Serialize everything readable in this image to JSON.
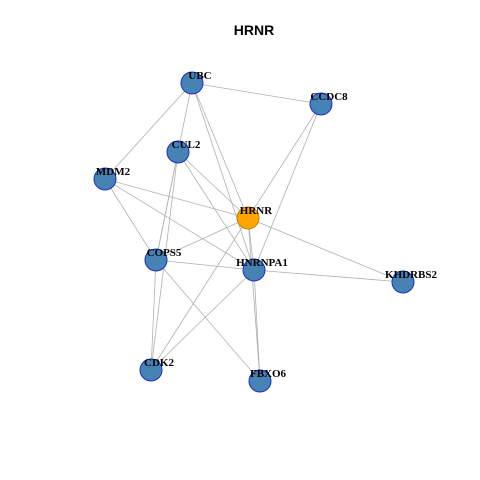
{
  "title": "HRNR",
  "colors": {
    "node_fill": "#4682B4",
    "node_stroke": "#1C2FC7",
    "center_fill": "#FFA500",
    "center_stroke": "#B8860B",
    "edge": "#B0B0B0"
  },
  "nodes": [
    {
      "id": "UBC",
      "label": "UBC",
      "center": false
    },
    {
      "id": "CCDC8",
      "label": "CCDC8",
      "center": false
    },
    {
      "id": "CUL2",
      "label": "CUL2",
      "center": false
    },
    {
      "id": "MDM2",
      "label": "MDM2",
      "center": false
    },
    {
      "id": "HRNR",
      "label": "HRNR",
      "center": true
    },
    {
      "id": "COPS5",
      "label": "COPS5",
      "center": false
    },
    {
      "id": "HNRNPA1",
      "label": "HNRNPA1",
      "center": false
    },
    {
      "id": "KHDRBS2",
      "label": "KHDRBS2",
      "center": false
    },
    {
      "id": "CDK2",
      "label": "CDK2",
      "center": false
    },
    {
      "id": "FBXO6",
      "label": "FBXO6",
      "center": false
    }
  ],
  "edges": [
    [
      "UBC",
      "CCDC8"
    ],
    [
      "UBC",
      "MDM2"
    ],
    [
      "UBC",
      "HRNR"
    ],
    [
      "UBC",
      "COPS5"
    ],
    [
      "UBC",
      "HNRNPA1"
    ],
    [
      "CCDC8",
      "HRNR"
    ],
    [
      "CCDC8",
      "HNRNPA1"
    ],
    [
      "CUL2",
      "COPS5"
    ],
    [
      "CUL2",
      "HRNR"
    ],
    [
      "CUL2",
      "HNRNPA1"
    ],
    [
      "CUL2",
      "CDK2"
    ],
    [
      "MDM2",
      "HRNR"
    ],
    [
      "MDM2",
      "COPS5"
    ],
    [
      "MDM2",
      "HNRNPA1"
    ],
    [
      "HRNR",
      "COPS5"
    ],
    [
      "HRNR",
      "HNRNPA1"
    ],
    [
      "HRNR",
      "KHDRBS2"
    ],
    [
      "HRNR",
      "CDK2"
    ],
    [
      "HRNR",
      "FBXO6"
    ],
    [
      "COPS5",
      "HNRNPA1"
    ],
    [
      "COPS5",
      "CDK2"
    ],
    [
      "COPS5",
      "FBXO6"
    ],
    [
      "HNRNPA1",
      "KHDRBS2"
    ],
    [
      "HNRNPA1",
      "CDK2"
    ],
    [
      "HNRNPA1",
      "FBXO6"
    ]
  ]
}
